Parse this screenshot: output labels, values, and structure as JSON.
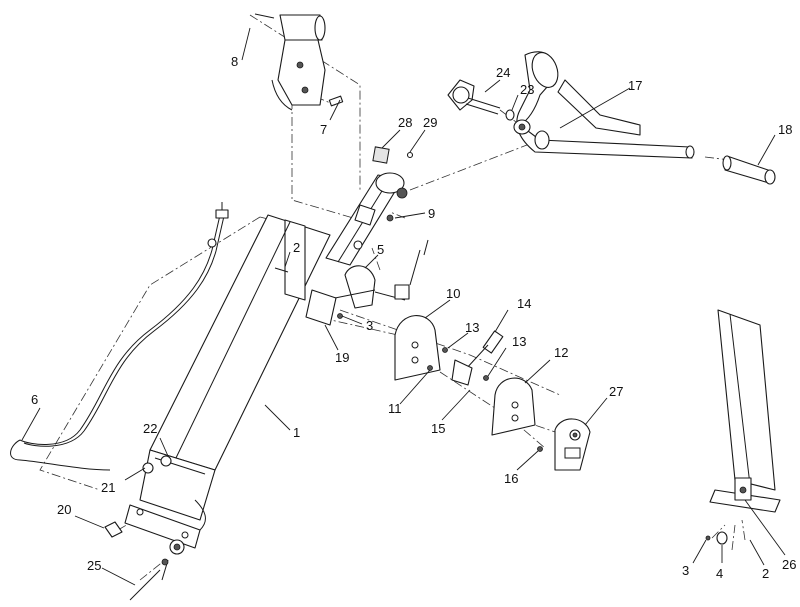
{
  "callouts": [
    {
      "id": "c1",
      "text": "1"
    },
    {
      "id": "c2a",
      "text": "2"
    },
    {
      "id": "c2b",
      "text": "2"
    },
    {
      "id": "c3a",
      "text": "3"
    },
    {
      "id": "c3b",
      "text": "3"
    },
    {
      "id": "c4",
      "text": "4"
    },
    {
      "id": "c5",
      "text": "5"
    },
    {
      "id": "c6",
      "text": "6"
    },
    {
      "id": "c7",
      "text": "7"
    },
    {
      "id": "c8",
      "text": "8"
    },
    {
      "id": "c9",
      "text": "9"
    },
    {
      "id": "c10",
      "text": "10"
    },
    {
      "id": "c11",
      "text": "11"
    },
    {
      "id": "c12",
      "text": "12"
    },
    {
      "id": "c13a",
      "text": "13"
    },
    {
      "id": "c13b",
      "text": "13"
    },
    {
      "id": "c14",
      "text": "14"
    },
    {
      "id": "c15",
      "text": "15"
    },
    {
      "id": "c16",
      "text": "16"
    },
    {
      "id": "c17",
      "text": "17"
    },
    {
      "id": "c18",
      "text": "18"
    },
    {
      "id": "c19",
      "text": "19"
    },
    {
      "id": "c20",
      "text": "20"
    },
    {
      "id": "c21",
      "text": "21"
    },
    {
      "id": "c22",
      "text": "22"
    },
    {
      "id": "c23",
      "text": "23"
    },
    {
      "id": "c24",
      "text": "24"
    },
    {
      "id": "c25",
      "text": "25"
    },
    {
      "id": "c26",
      "text": "26"
    },
    {
      "id": "c27",
      "text": "27"
    },
    {
      "id": "c28",
      "text": "28"
    },
    {
      "id": "c29",
      "text": "29"
    }
  ]
}
